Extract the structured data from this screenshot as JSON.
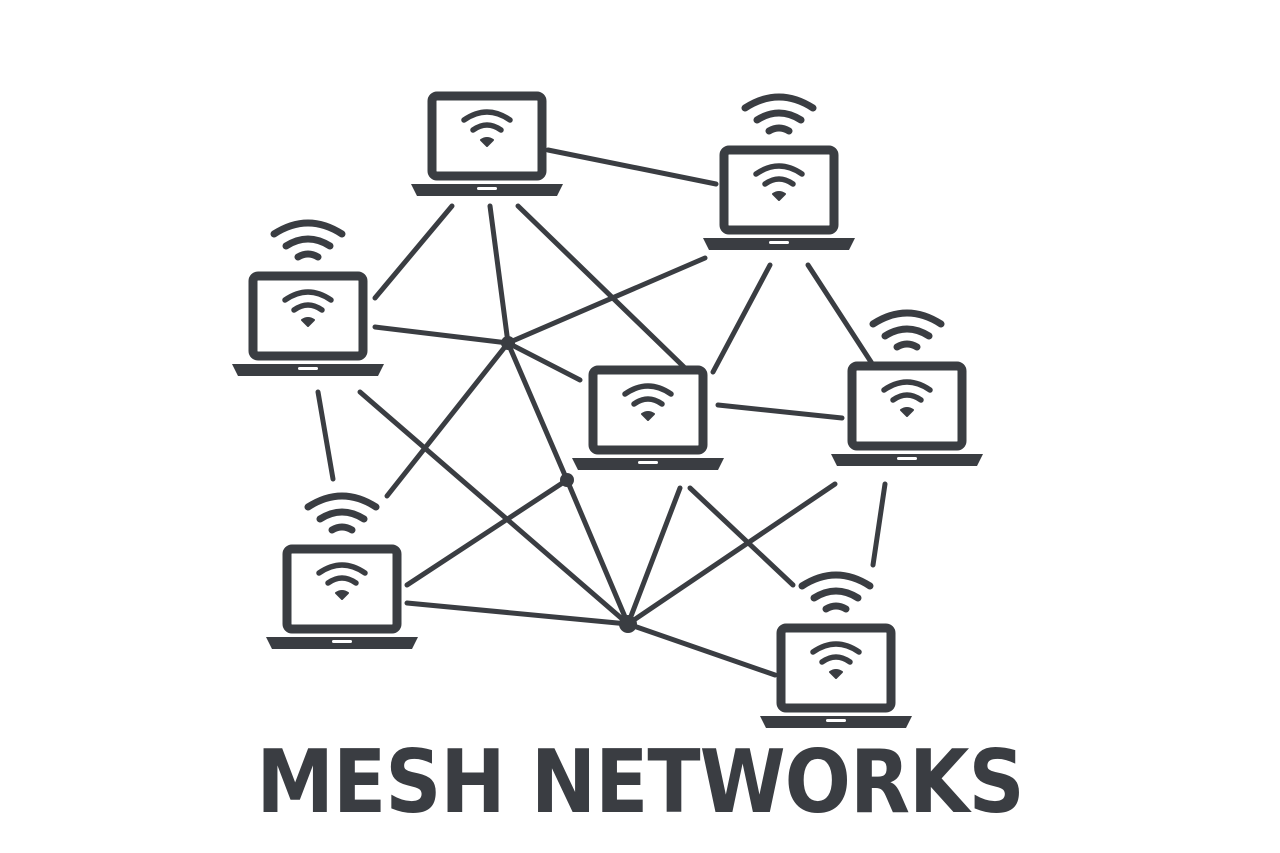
{
  "title": "MESH NETWORKS",
  "colors": {
    "ink": "#3a3d42",
    "background": "#ffffff"
  },
  "icons": {
    "device": "laptop-icon",
    "signal": "wifi-icon",
    "junction": "hub-node-icon"
  },
  "devices": [
    {
      "id": "laptop-top-center",
      "icon": "laptop-icon",
      "antenna": false
    },
    {
      "id": "laptop-top-right",
      "icon": "laptop-icon",
      "antenna": true
    },
    {
      "id": "laptop-left",
      "icon": "laptop-icon",
      "antenna": true
    },
    {
      "id": "laptop-center",
      "icon": "laptop-icon",
      "antenna": false
    },
    {
      "id": "laptop-right",
      "icon": "laptop-icon",
      "antenna": true
    },
    {
      "id": "laptop-bottom-left",
      "icon": "laptop-icon",
      "antenna": true
    },
    {
      "id": "laptop-bottom-right",
      "icon": "laptop-icon",
      "antenna": true
    }
  ]
}
